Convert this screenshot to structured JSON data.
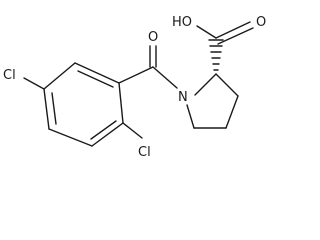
{
  "molecule": {
    "atoms": {
      "cl_left": "Cl",
      "cl_bottom": "Cl",
      "ketone_o": "O",
      "ring_n": "N",
      "acid_oh": "HO",
      "acid_o": "O"
    }
  }
}
